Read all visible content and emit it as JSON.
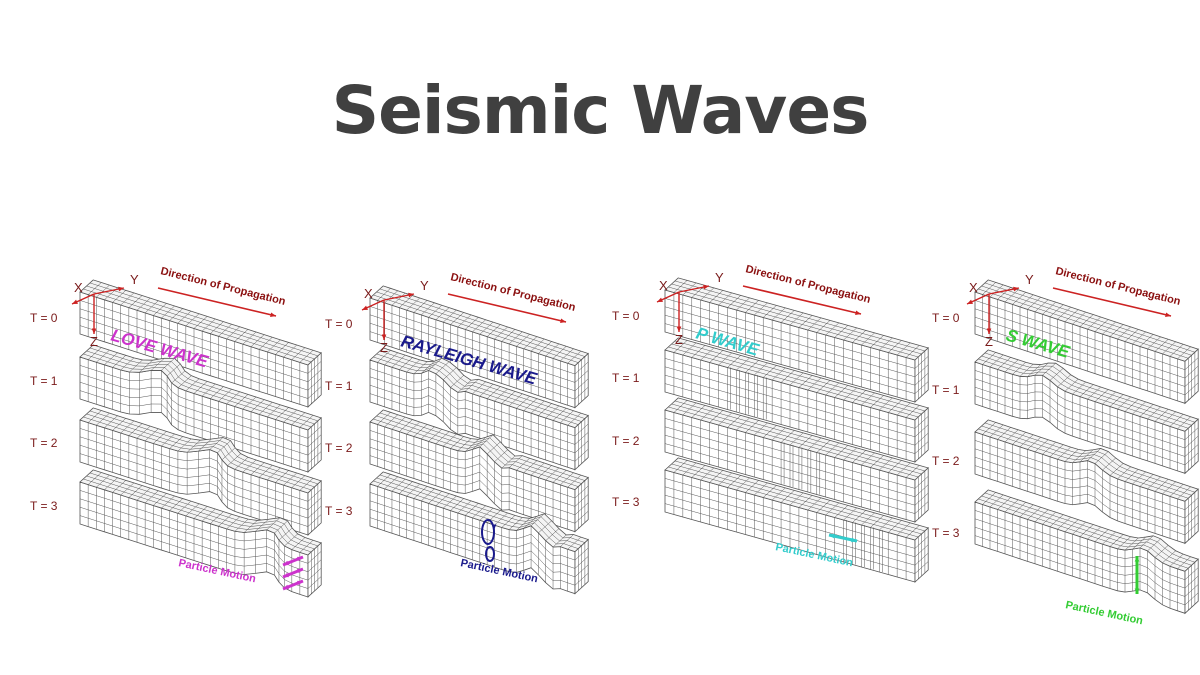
{
  "title": "Seismic Waves",
  "axis_labels": {
    "x": "X",
    "y": "Y",
    "z": "Z"
  },
  "propagation_label": "Direction of Propagation",
  "particle_motion_label": "Particle Motion",
  "time_labels": [
    "T = 0",
    "T = 1",
    "T = 2",
    "T = 3"
  ],
  "panels": [
    {
      "id": "love",
      "wave_name": "LOVE WAVE",
      "color": "#cc33cc",
      "motion_icon": "double-arrow-horizontal-icon"
    },
    {
      "id": "rayleigh",
      "wave_name": "RAYLEIGH WAVE",
      "color": "#1a1a8c",
      "motion_icon": "elliptical-rotation-icon"
    },
    {
      "id": "p",
      "wave_name": "P WAVE",
      "color": "#33cccc",
      "motion_icon": "double-arrow-axial-icon"
    },
    {
      "id": "s",
      "wave_name": "S WAVE",
      "color": "#33cc33",
      "motion_icon": "double-arrow-vertical-icon"
    }
  ],
  "colors": {
    "arrow": "#cc2222",
    "grid": "#555555",
    "label": "#7a1a1a",
    "title": "#404040"
  }
}
